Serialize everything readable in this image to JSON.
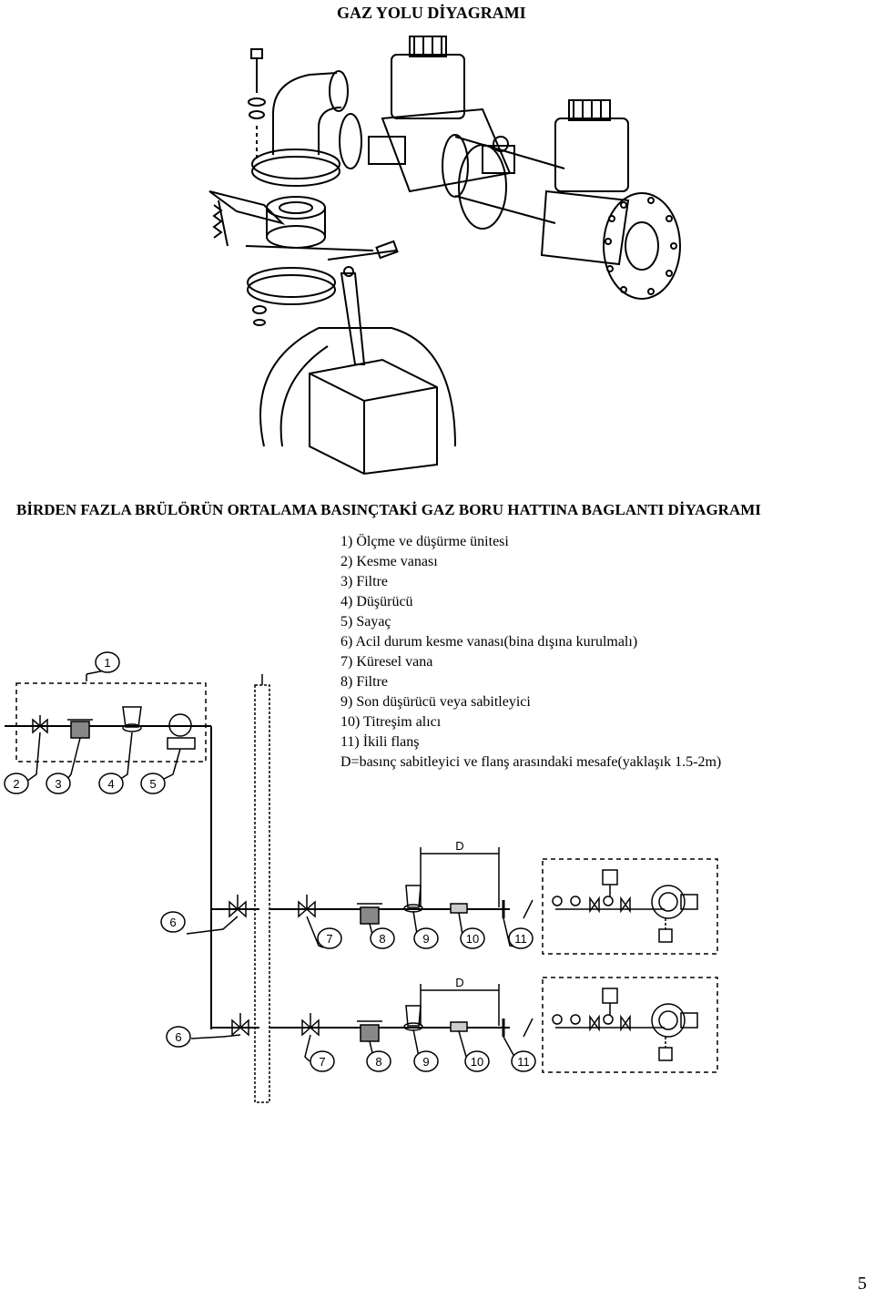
{
  "page": {
    "title": "GAZ YOLU DİYAGRAMI",
    "subtitle": "BİRDEN FAZLA BRÜLÖRÜN ORTALAMA BASINÇTAKİ GAZ BORU HATTINA BAGLANTI DİYAGRAMI",
    "page_number": "5"
  },
  "legend": [
    "1) Ölçme ve düşürme ünitesi",
    "2) Kesme vanası",
    "3) Filtre",
    "4) Düşürücü",
    "5) Sayaç",
    "6) Acil durum kesme vanası(bina dışına kurulmalı)",
    "7) Küresel vana",
    "8) Filtre",
    "9) Son düşürücü veya sabitleyici",
    "10) Titreşim alıcı",
    "11) İkili flanş"
  ],
  "legend_note": "D=basınç sabitleyici ve flanş arasındaki mesafe(yaklaşık 1.5-2m)",
  "diagram_labels": {
    "n1": "1",
    "n2": "2",
    "n3": "3",
    "n4": "4",
    "n5": "5",
    "n6": "6",
    "n7": "7",
    "n8": "8",
    "n9": "9",
    "n10": "10",
    "n11": "11",
    "d": "D"
  }
}
